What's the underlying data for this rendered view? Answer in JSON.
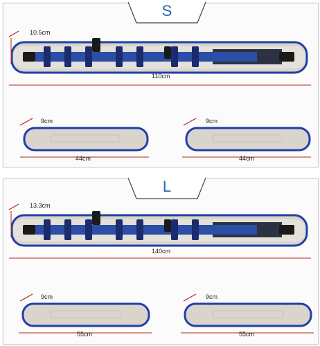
{
  "sizes": [
    {
      "label": "S",
      "belt": {
        "width": "10.5cm",
        "length": "110cm"
      },
      "straps": [
        {
          "width": "9cm",
          "length": "44cm"
        },
        {
          "width": "9cm",
          "length": "44cm"
        }
      ]
    },
    {
      "label": "L",
      "belt": {
        "width": "13.3cm",
        "length": "140cm"
      },
      "straps": [
        {
          "width": "9cm",
          "length": "55cm"
        },
        {
          "width": "9cm",
          "length": "55cm"
        }
      ]
    }
  ],
  "colors": {
    "trim": "#1f3fa8",
    "pad": "#d9d5cd",
    "strap": "#2d3242",
    "buckle": "#1a1a1a",
    "dimension_line": "#b3261e",
    "tab_text": "#2a67b0"
  }
}
